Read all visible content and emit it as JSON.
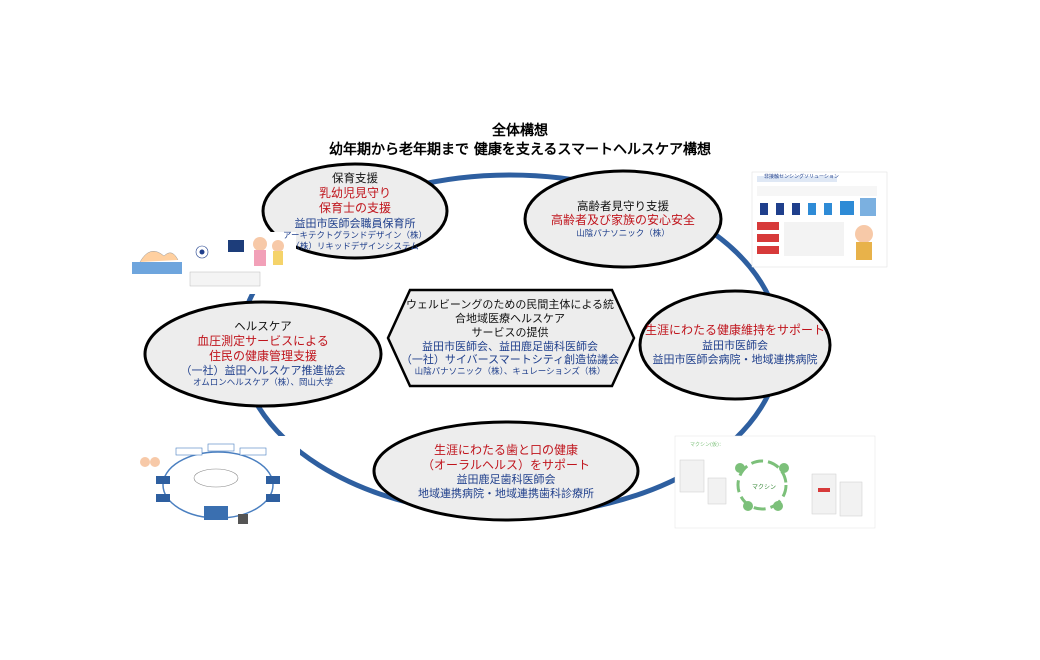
{
  "title": "全体構想",
  "subtitle": "幼年期から老年期まで 健康を支えるスマートヘルスケア構想",
  "nodes": {
    "childcare": {
      "heading": "保育支援",
      "red": [
        "乳幼児見守り",
        "保育士の支援"
      ],
      "blue": "益田市医師会職員保育所",
      "small": [
        "アーキテクトグランドデザイン（株）",
        "（株）リキッドデザインシステム"
      ]
    },
    "elderly": {
      "heading": "高齢者見守り支援",
      "red": [
        "高齢者及び家族の安心安全"
      ],
      "small": [
        "山陰パナソニック（株）"
      ]
    },
    "healthcare": {
      "heading": "ヘルスケア",
      "red": [
        "血圧測定サービスによる",
        "住民の健康管理支援"
      ],
      "blue": "（一社）益田ヘルスケア推進協会",
      "small": [
        "オムロンヘルスケア（株）、岡山大学"
      ]
    },
    "lifelong": {
      "red": [
        "生涯にわたる健康維持をサポート"
      ],
      "blue": [
        "益田市医師会",
        "益田市医師会病院・地域連携病院"
      ]
    },
    "oral": {
      "red": [
        "生涯にわたる歯と口の健康",
        "（オーラルヘルス）をサポート"
      ],
      "blue": [
        "益田鹿足歯科医師会",
        "地域連携病院・地域連携歯科診療所"
      ]
    },
    "center": {
      "lines": [
        "ウェルビーングのための民間主体による統",
        "合地域医療ヘルスケア",
        "サービスの提供"
      ],
      "blue": [
        "益田市医師会、益田鹿足歯科医師会",
        "（一社）サイバースマートシティ創造協議会"
      ],
      "small": "山陰パナソニック（株）、キュレーションズ（株）"
    }
  },
  "thumbs": {
    "sensing": {
      "label": "非接触センシングソリューション"
    },
    "app": {
      "label": "マクシン(仮)：",
      "brand": "マクシン"
    }
  },
  "colors": {
    "ring": "#2e5fa0",
    "red": "#c0141c",
    "blue": "#1f3f8c"
  }
}
